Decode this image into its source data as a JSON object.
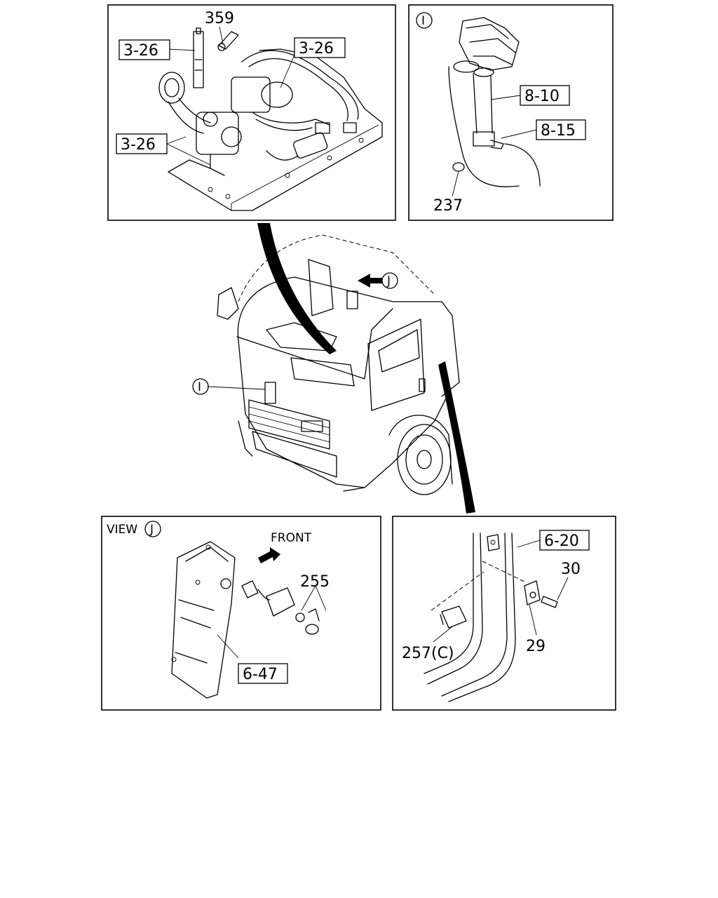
{
  "panels": {
    "top_left": {
      "callouts": [
        "359",
        "3-26",
        "3-26",
        "3-26"
      ]
    },
    "top_right": {
      "marker": "I",
      "callouts": [
        "8-10",
        "8-15",
        "237"
      ]
    },
    "center": {
      "markers": [
        "J",
        "I"
      ]
    },
    "bottom_left": {
      "view_label": "VIEW",
      "view_marker": "J",
      "front_label": "FRONT",
      "callouts": [
        "255",
        "6-47"
      ]
    },
    "bottom_right": {
      "callouts": [
        "6-20",
        "30",
        "29",
        "257(C)"
      ]
    }
  }
}
